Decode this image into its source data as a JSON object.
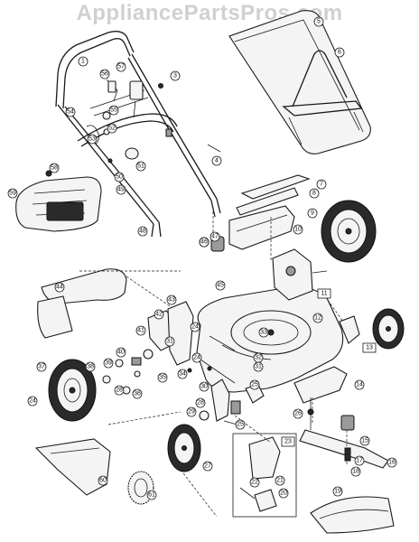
{
  "watermark": "AppliancePartsPros.com",
  "callouts": {
    "c1": "1",
    "c3": "3",
    "c4": "4",
    "c5": "5",
    "c6": "6",
    "c7": "7",
    "c8": "8",
    "c9": "9",
    "c10": "10",
    "c11": "11",
    "c12": "12",
    "c13": "13",
    "c14": "14",
    "c15": "15",
    "c16": "16",
    "c17": "17",
    "c18": "18",
    "c19": "19",
    "c20": "20",
    "c21": "21",
    "c22": "22",
    "c23": "23",
    "c24a": "24",
    "c24b": "24",
    "c24c": "24",
    "c25a": "25",
    "c25b": "25",
    "c26": "26",
    "c27": "27",
    "c28a": "28",
    "c28b": "28",
    "c29": "29",
    "c30": "30",
    "c31a": "31",
    "c31b": "31",
    "c32": "32",
    "c33": "33",
    "c34": "34",
    "c35": "35",
    "c36": "36",
    "c37": "37",
    "c38": "38",
    "c39": "39",
    "c40": "40",
    "c41": "41",
    "c42": "42",
    "c43": "43",
    "c45": "45",
    "c46": "46",
    "c47": "47",
    "c48": "48",
    "c49": "49",
    "c50": "50",
    "c51": "51",
    "c52": "52",
    "c53": "53",
    "c54": "54",
    "c55": "55",
    "c56": "56",
    "c57": "57",
    "c58": "58",
    "c59": "59",
    "c60": "60",
    "c61": "61",
    "c44": "44"
  }
}
